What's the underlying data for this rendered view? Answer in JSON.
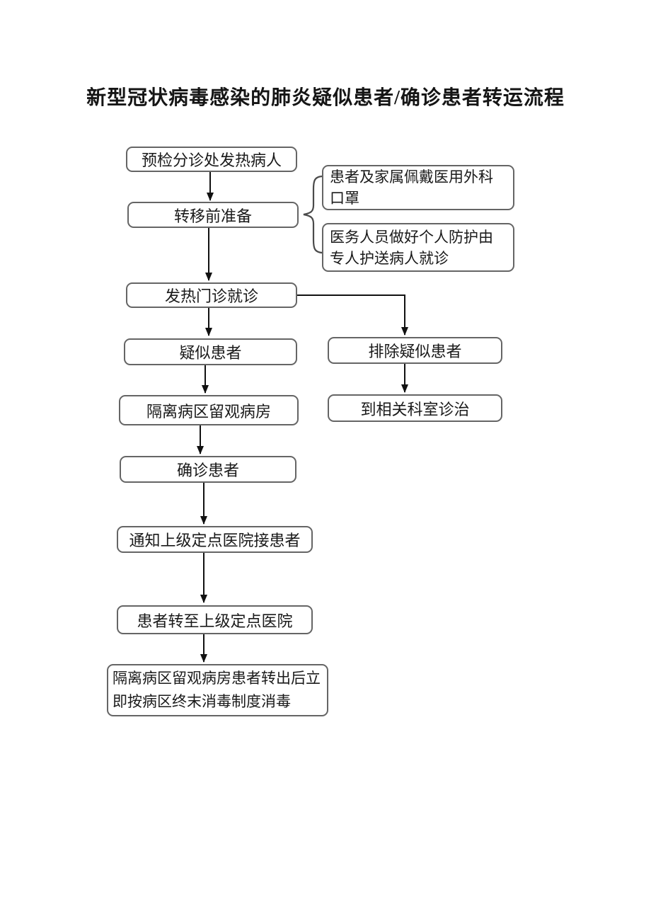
{
  "title": "新型冠状病毒感染的肺炎疑似患者/确诊患者转运流程",
  "nodes": {
    "triage": {
      "label": "预检分诊处发热病人"
    },
    "prep": {
      "label": "转移前准备"
    },
    "note_mask": {
      "label": "患者及家属佩戴医用外科口罩"
    },
    "note_staff": {
      "label": "医务人员做好个人防护由专人护送病人就诊"
    },
    "fever_clinic": {
      "label": "发热门诊就诊"
    },
    "suspected": {
      "label": "疑似患者"
    },
    "excluded": {
      "label": "排除疑似患者"
    },
    "isolation_ward": {
      "label": "隔离病区留观病房"
    },
    "relevant_dept": {
      "label": "到相关科室诊治"
    },
    "confirmed": {
      "label": "确诊患者"
    },
    "notify_hospital": {
      "label": "通知上级定点医院接患者"
    },
    "transfer_hospital": {
      "label": "患者转至上级定点医院"
    },
    "terminal_disinfection": {
      "label": "隔离病区留观病房患者转出后立即按病区终末消毒制度消毒"
    }
  },
  "edges": [
    {
      "from": "triage",
      "to": "prep"
    },
    {
      "from": "prep",
      "to": "fever_clinic"
    },
    {
      "from": "fever_clinic",
      "to": "suspected"
    },
    {
      "from": "fever_clinic",
      "to": "excluded"
    },
    {
      "from": "suspected",
      "to": "isolation_ward"
    },
    {
      "from": "excluded",
      "to": "relevant_dept"
    },
    {
      "from": "isolation_ward",
      "to": "confirmed"
    },
    {
      "from": "confirmed",
      "to": "notify_hospital"
    },
    {
      "from": "notify_hospital",
      "to": "transfer_hospital"
    },
    {
      "from": "transfer_hospital",
      "to": "terminal_disinfection"
    }
  ],
  "brace_annotation": {
    "attached_to": "prep",
    "links": [
      "note_mask",
      "note_staff"
    ]
  },
  "colors": {
    "background": "#ffffff",
    "box_border": "#656565",
    "text": "#1a1a1a",
    "arrow": "#111111"
  }
}
